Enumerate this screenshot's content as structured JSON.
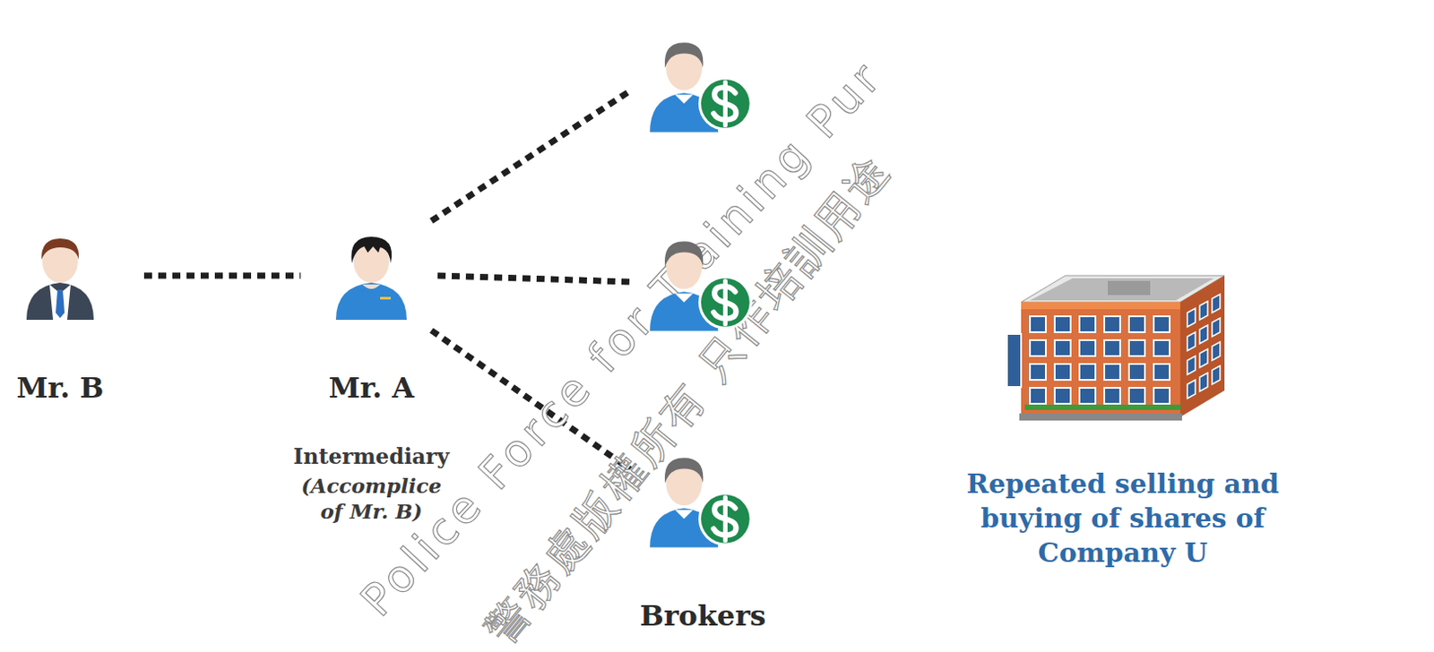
{
  "diagram": {
    "nodes": [
      {
        "text": [
          "Mr. B"
        ]
      },
      {
        "text": [
          "Mr. A",
          "Intermediary",
          "(Accomplice of Mr. B)"
        ]
      },
      {
        "text": [
          "Brokers"
        ]
      },
      {
        "text": [
          "Repeated selling and buying of shares of Company U"
        ]
      }
    ],
    "edges": [
      {
        "from": 0,
        "to": 1,
        "arrow": "none"
      },
      {
        "from": 1,
        "to": 2,
        "arrow": "none"
      }
    ],
    "labels": [
      "Police Force for Training Pur",
      "警務處版權所有 只作培訓用途"
    ]
  }
}
